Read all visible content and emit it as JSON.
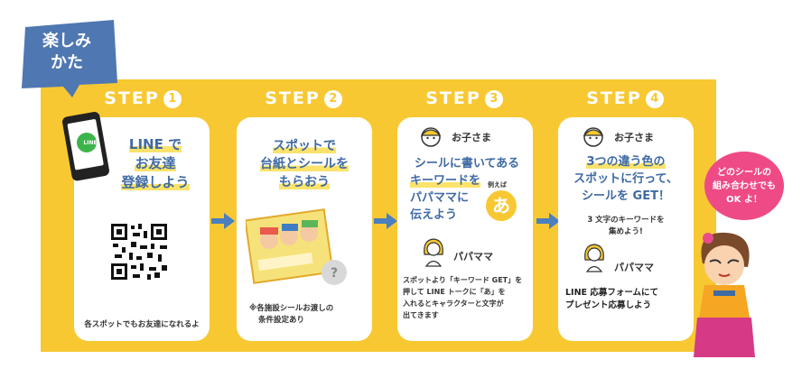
{
  "badge": {
    "line1": "楽しみ",
    "line2": "かた",
    "color": "#4f78b2"
  },
  "steps": [
    {
      "title": "STEP",
      "num": "1",
      "lines": [
        "LINE で",
        "お友達",
        "登録しよう"
      ],
      "note": "各スポットでもお友達になれるよ",
      "phone_label": "LINE"
    },
    {
      "title": "STEP",
      "num": "2",
      "lines": [
        "スポットで",
        "台紙とシールを",
        "もらおう"
      ],
      "note_lines": [
        "※各施設シールお渡しの",
        "条件設定あり"
      ]
    },
    {
      "title": "STEP",
      "num": "3",
      "who_kid": "お子さま",
      "lines": [
        "シールに書いてある",
        "キーワードを",
        "パパママに",
        "伝えよう"
      ],
      "example": "例えば",
      "example_char": "あ",
      "who_parent": "パパママ",
      "note_lines": [
        "スポットより「キーワード GET」を",
        "押して LINE トークに「あ」を",
        "入れるとキャラクターと文字が",
        "出てきます"
      ]
    },
    {
      "title": "STEP",
      "num": "4",
      "who_kid": "お子さま",
      "lines": [
        "3つの違う色の",
        "スポットに行って、",
        "シールを GET！"
      ],
      "sub_lines": [
        "3 文字のキーワードを",
        "集めよう!"
      ],
      "who_parent": "パパママ",
      "note_lines": [
        "LINE 応募フォームにて",
        "プレゼント応募しよう"
      ]
    }
  ],
  "bubble": {
    "lines": [
      "どのシールの",
      "組み合わせでも",
      "OK よ！"
    ]
  },
  "colors": {
    "panel": "#f8c833",
    "accent_blue": "#3f6aa3",
    "arrow": "#4a7fc0",
    "bubble": "#ee4a86"
  }
}
